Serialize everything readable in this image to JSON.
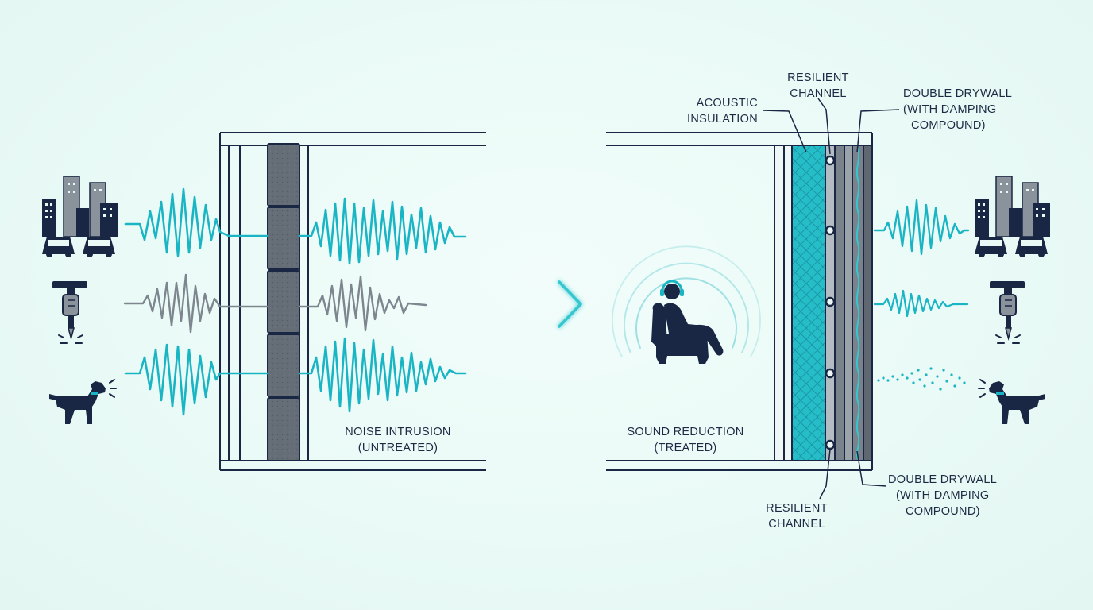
{
  "colors": {
    "background": "#eaf9f6",
    "navy": "#1a2744",
    "teal": "#1ab5c4",
    "gray_wave": "#7d868f",
    "masonry": "#636b75",
    "insulation": "#23bdc7",
    "building_gray": "#8a929b"
  },
  "left_panel": {
    "caption_line1": "NOISE INTRUSION",
    "caption_line2": "(UNTREATED)"
  },
  "right_panel": {
    "caption_line1": "SOUND REDUCTION",
    "caption_line2": "(TREATED)"
  },
  "callouts": {
    "acoustic_insulation": {
      "line1": "ACOUSTIC",
      "line2": "INSULATION"
    },
    "resilient_channel_top": {
      "line1": "RESILIENT",
      "line2": "CHANNEL"
    },
    "double_drywall_top": {
      "line1": "DOUBLE DRYWALL",
      "line2": "(WITH DAMPING",
      "line3": "COMPOUND)"
    },
    "resilient_channel_bottom": {
      "line1": "RESILIENT",
      "line2": "CHANNEL"
    },
    "double_drywall_bottom": {
      "line1": "DOUBLE DRYWALL",
      "line2": "(WITH DAMPING",
      "line3": "COMPOUND)"
    }
  },
  "icons": {
    "sources_left": [
      "city-traffic-icon",
      "jackhammer-icon",
      "barking-dog-icon"
    ],
    "sources_right": [
      "city-traffic-icon",
      "jackhammer-icon",
      "barking-dog-icon"
    ],
    "listener": "relaxed-listener-in-armchair-icon",
    "transition": "arrow-right-icon"
  }
}
